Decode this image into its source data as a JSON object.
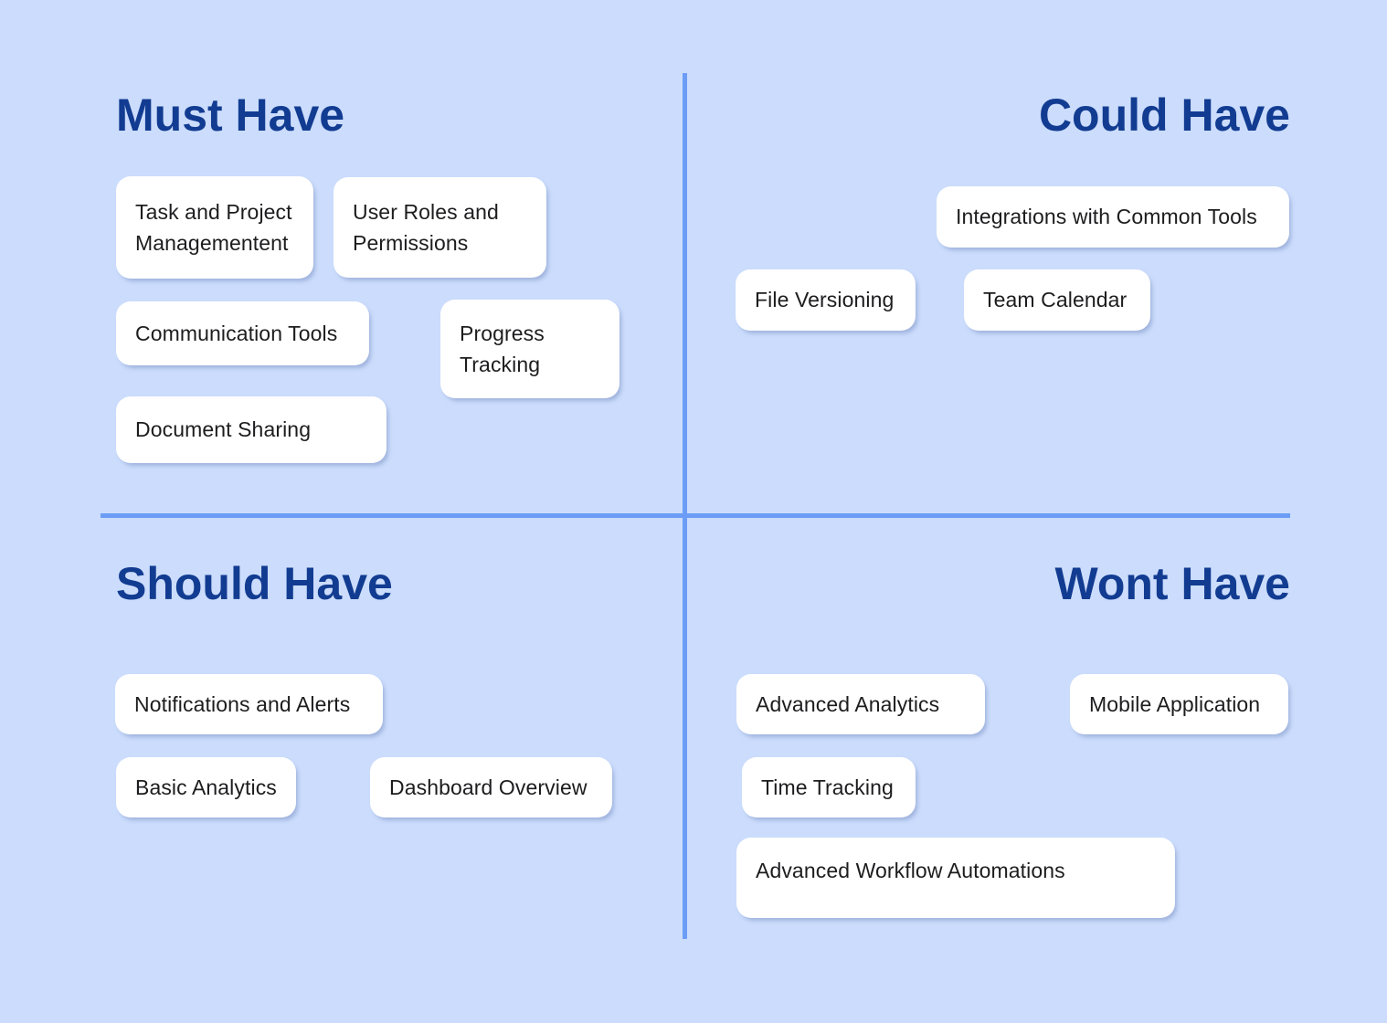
{
  "colors": {
    "background": "#cbdcfc",
    "divider": "#6b9df6",
    "heading": "#123c91",
    "card_bg": "#ffffff",
    "card_text": "#1d1d1f"
  },
  "quadrants": {
    "must_have": {
      "title": "Must Have",
      "cards": {
        "task_project": "Task and Project Managementent",
        "user_roles": "User Roles and Permissions",
        "communication": "Communication Tools",
        "progress": "Progress Tracking",
        "document": "Document Sharing"
      }
    },
    "could_have": {
      "title": "Could Have",
      "cards": {
        "integrations": "Integrations with Common Tools",
        "file_versioning": "File Versioning",
        "team_calendar": "Team Calendar"
      }
    },
    "should_have": {
      "title": "Should Have",
      "cards": {
        "notifications": "Notifications and Alerts",
        "basic_analytics": "Basic Analytics",
        "dashboard": "Dashboard Overview"
      }
    },
    "wont_have": {
      "title": "Wont Have",
      "cards": {
        "advanced_analytics": "Advanced Analytics",
        "mobile_application": "Mobile Application",
        "time_tracking": "Time Tracking",
        "workflow_automations": "Advanced Workflow Automations"
      }
    }
  }
}
